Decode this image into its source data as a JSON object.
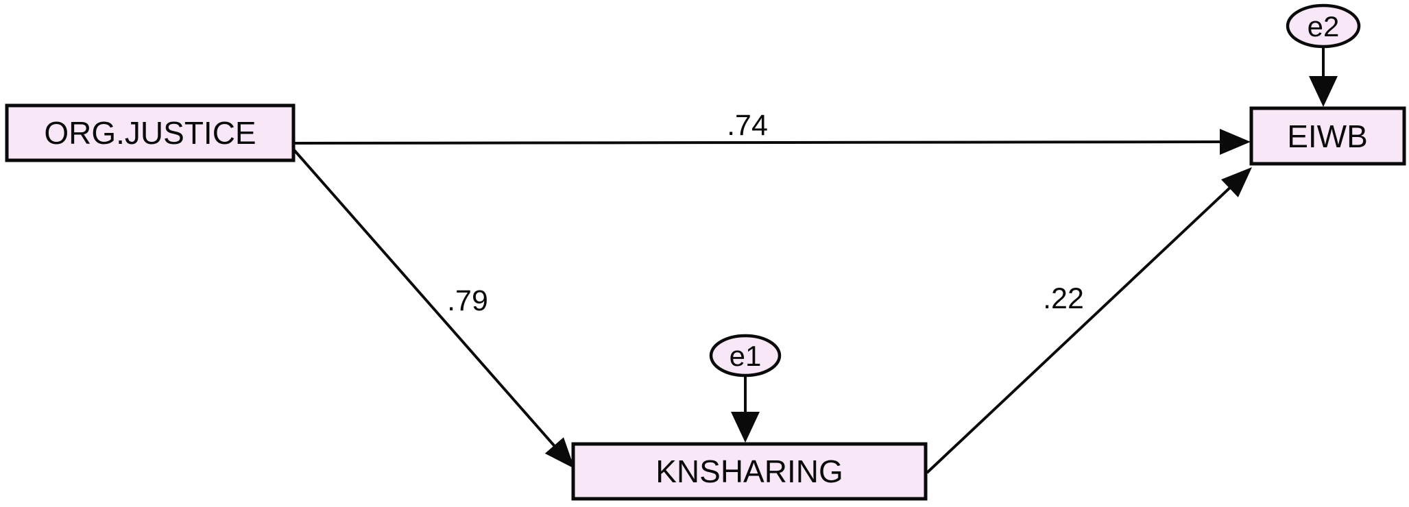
{
  "colors": {
    "background": "#ffffff",
    "node_fill": "#f8e8f7",
    "stroke": "#0a0a0a"
  },
  "nodes": {
    "org_justice": {
      "label": "ORG.JUSTICE",
      "shape": "rectangle"
    },
    "eiwb": {
      "label": "EIWB",
      "shape": "rectangle"
    },
    "knsharing": {
      "label": "KNSHARING",
      "shape": "rectangle"
    },
    "e1": {
      "label": "e1",
      "shape": "ellipse"
    },
    "e2": {
      "label": "e2",
      "shape": "ellipse"
    }
  },
  "paths": [
    {
      "from": "ORG.JUSTICE",
      "to": "EIWB",
      "coefficient": ".74"
    },
    {
      "from": "ORG.JUSTICE",
      "to": "KNSHARING",
      "coefficient": ".79"
    },
    {
      "from": "KNSHARING",
      "to": "EIWB",
      "coefficient": ".22"
    },
    {
      "from": "e1",
      "to": "KNSHARING",
      "coefficient": ""
    },
    {
      "from": "e2",
      "to": "EIWB",
      "coefficient": ""
    }
  ]
}
